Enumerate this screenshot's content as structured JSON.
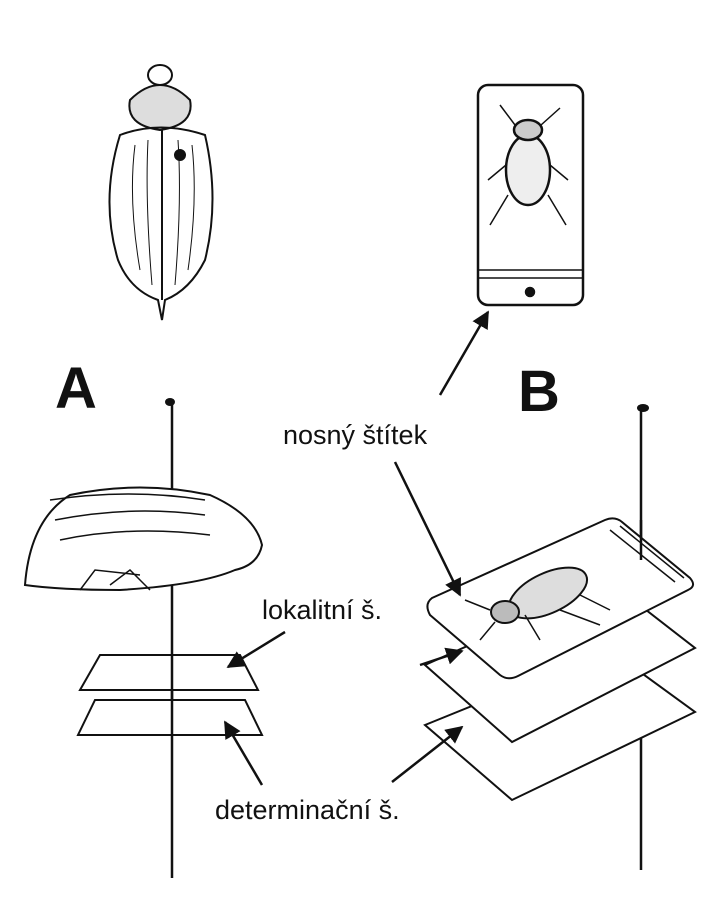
{
  "labels": {
    "a": "A",
    "b": "B",
    "carrier_label": "nosný štítek",
    "locality_label": "lokalitní š.",
    "determination_label": "determinační š."
  },
  "colors": {
    "ink": "#111111",
    "background": "#ffffff"
  }
}
